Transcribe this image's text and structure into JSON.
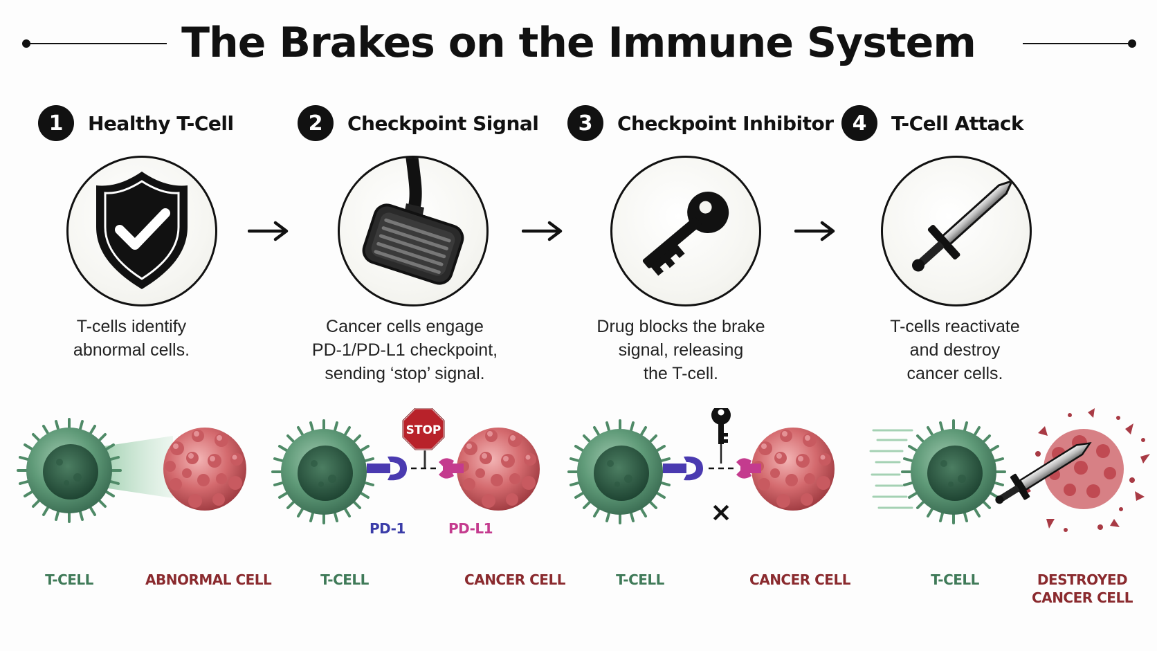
{
  "title": "The Brakes on the Immune System",
  "steps": [
    {
      "number": "1",
      "title": "Healthy T-Cell",
      "icon": "shield-check-icon",
      "description": [
        "T-cells identify",
        "abnormal cells."
      ],
      "left_label": "T-CELL",
      "right_label": [
        "ABNORMAL CELL"
      ]
    },
    {
      "number": "2",
      "title": "Checkpoint Signal",
      "icon": "brake-pedal-icon",
      "description": [
        "Cancer cells engage",
        "PD-1/PD-L1 checkpoint,",
        "sending ‘stop’ signal."
      ],
      "left_label": "T-CELL",
      "right_label": [
        "CANCER CELL"
      ]
    },
    {
      "number": "3",
      "title": "Checkpoint Inhibitor",
      "icon": "key-icon",
      "description": [
        "Drug blocks the brake",
        "signal, releasing",
        "the T-cell."
      ],
      "left_label": "T-CELL",
      "right_label": [
        "CANCER CELL"
      ]
    },
    {
      "number": "4",
      "title": "T-Cell Attack",
      "icon": "sword-icon",
      "description": [
        "T-cells reactivate",
        "and destroy",
        "cancer cells."
      ],
      "left_label": "T-CELL",
      "right_label": [
        "DESTROYED",
        "CANCER CELL"
      ]
    }
  ],
  "stop_sign": "STOP",
  "receptors": {
    "pd1": "PD-1",
    "pdl1": "PD-L1"
  },
  "block_mark": "×",
  "colors": {
    "tcell": "#3f7a58",
    "cancer": "#8a2a2e",
    "pd1": "#3a3ca8",
    "pdl1": "#c43b8e",
    "stop": "#b8222a"
  }
}
